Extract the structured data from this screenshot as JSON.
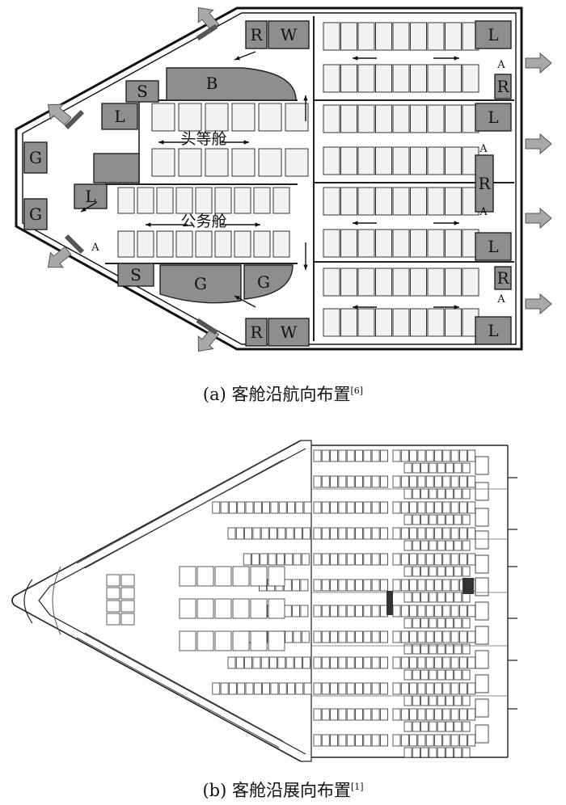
{
  "figure_a": {
    "caption": "(a) 客舱沿航向布置",
    "caption_ref": "[6]",
    "zones": {
      "first_class": "头等舱",
      "business_class": "公务舱"
    },
    "module_labels": {
      "galley": "G",
      "lavatory": "L",
      "stowage": "S",
      "bar": "B",
      "wardrobe": "W",
      "rest": "R",
      "attendant": "A"
    }
  },
  "figure_b": {
    "caption": "(b) 客舱沿展向布置",
    "caption_ref": "[1]"
  },
  "colors": {
    "module_fill": "#8e8e8e",
    "seat_fill": "#f2f2f2",
    "floor": "#ffffff",
    "exit_arrow": "#a8a8a8"
  }
}
